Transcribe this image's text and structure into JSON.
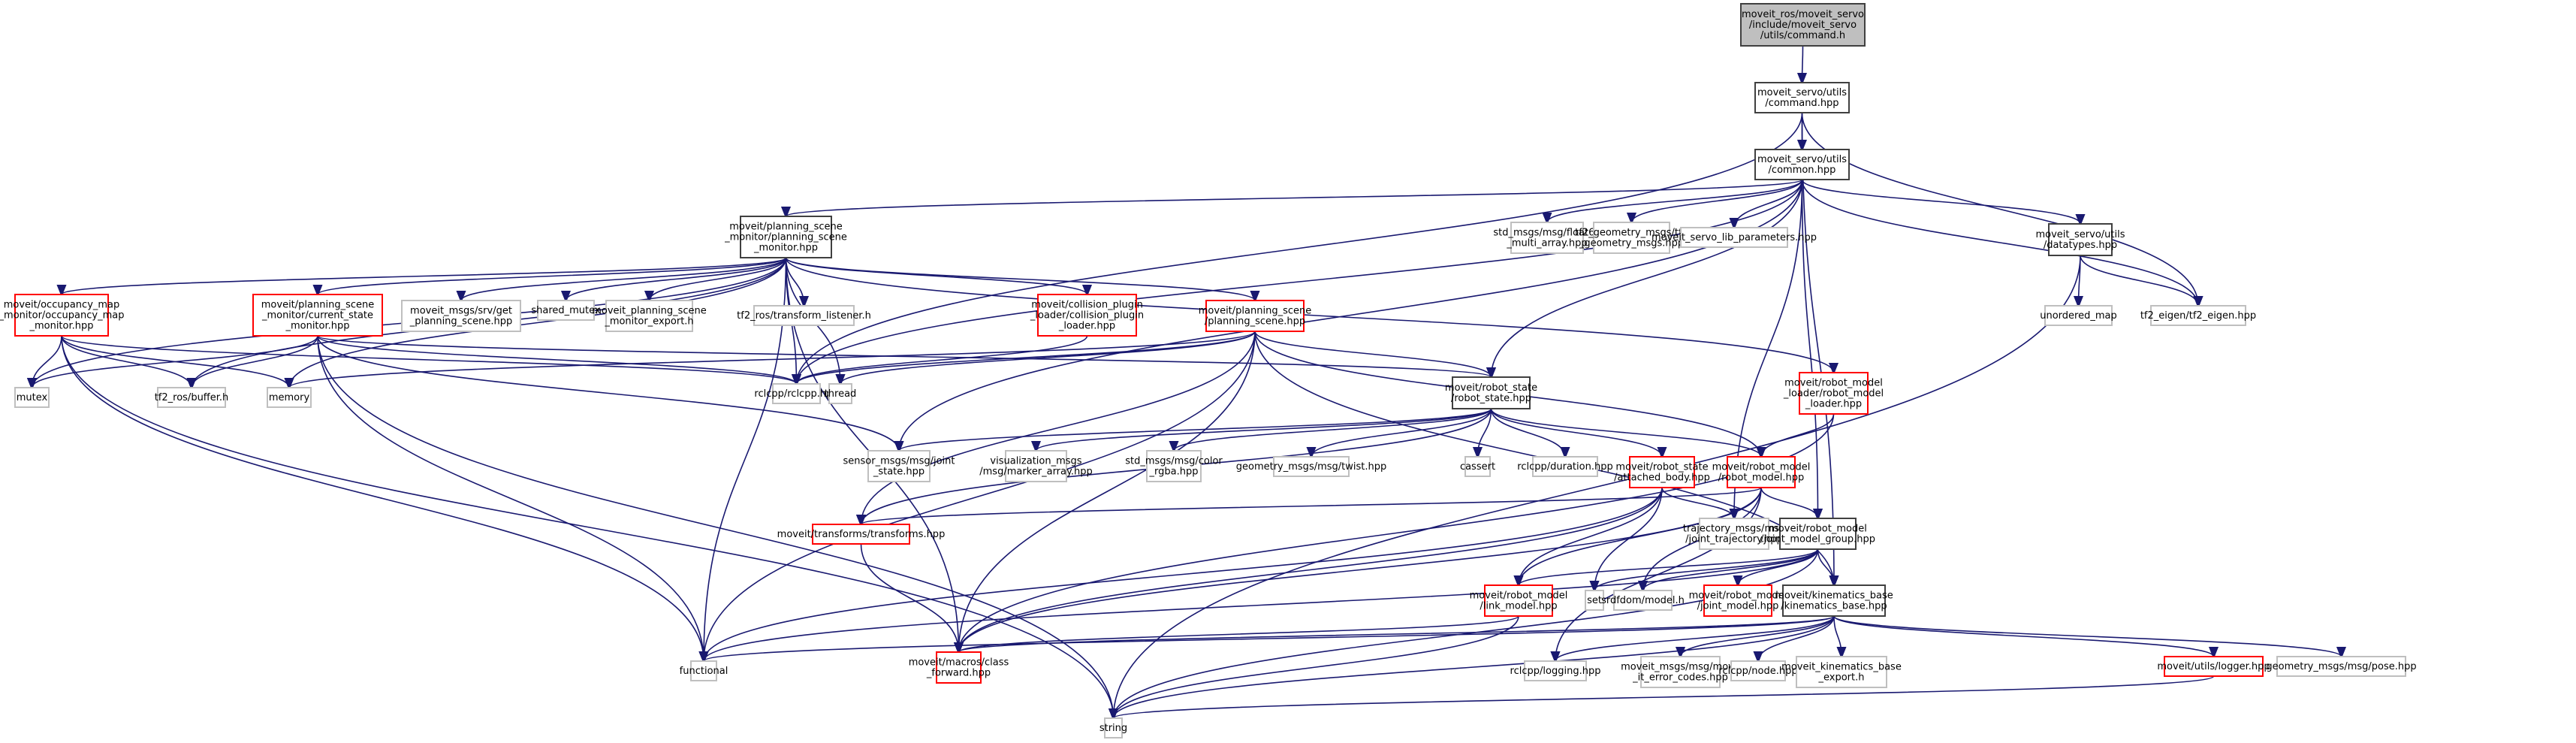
{
  "title": "moveit_ros/moveit_servo/include/moveit_servo/utils/command.h",
  "colors": {
    "edge": "#191970",
    "root_fill": "#bfbfbf",
    "documented_border": "#404040",
    "truncated_border": "#ff0000",
    "external_border": "#bfbfbf"
  },
  "nodes": [
    {
      "id": "root",
      "kind": "root",
      "lines": [
        "moveit_ros/moveit_servo",
        "/include/moveit_servo",
        "/utils/command.h"
      ]
    },
    {
      "id": "command_hpp",
      "kind": "documented",
      "lines": [
        "moveit_servo/utils",
        "/command.hpp"
      ]
    },
    {
      "id": "common_hpp",
      "kind": "documented",
      "lines": [
        "moveit_servo/utils",
        "/common.hpp"
      ]
    },
    {
      "id": "psm",
      "kind": "documented",
      "lines": [
        "moveit/planning_scene",
        "_monitor/planning_scene",
        "_monitor.hpp"
      ]
    },
    {
      "id": "float64",
      "kind": "external",
      "lines": [
        "std_msgs/msg/float64",
        "_multi_array.hpp"
      ]
    },
    {
      "id": "tf2gm",
      "kind": "external",
      "lines": [
        "tf2_geometry_msgs/tf2",
        "_geometry_msgs.hpp"
      ]
    },
    {
      "id": "servo_params",
      "kind": "external",
      "lines": [
        "moveit_servo_lib_parameters.hpp"
      ]
    },
    {
      "id": "datatypes",
      "kind": "documented",
      "lines": [
        "moveit_servo/utils",
        "/datatypes.hpp"
      ]
    },
    {
      "id": "unordered_map",
      "kind": "external",
      "lines": [
        "unordered_map"
      ]
    },
    {
      "id": "tf2_eigen",
      "kind": "external",
      "lines": [
        "tf2_eigen/tf2_eigen.hpp"
      ]
    },
    {
      "id": "ocm",
      "kind": "truncated",
      "lines": [
        "moveit/occupancy_map",
        "_monitor/occupancy_map",
        "_monitor.hpp"
      ]
    },
    {
      "id": "csm",
      "kind": "truncated",
      "lines": [
        "moveit/planning_scene",
        "_monitor/current_state",
        "_monitor.hpp"
      ]
    },
    {
      "id": "get_ps",
      "kind": "external",
      "lines": [
        "moveit_msgs/srv/get",
        "_planning_scene.hpp"
      ]
    },
    {
      "id": "shared_mutex",
      "kind": "external",
      "lines": [
        "shared_mutex"
      ]
    },
    {
      "id": "psm_export",
      "kind": "external",
      "lines": [
        "moveit_planning_scene",
        "_monitor_export.h"
      ]
    },
    {
      "id": "tf_listener",
      "kind": "external",
      "lines": [
        "tf2_ros/transform_listener.h"
      ]
    },
    {
      "id": "cpl",
      "kind": "truncated",
      "lines": [
        "moveit/collision_plugin",
        "_loader/collision_plugin",
        "_loader.hpp"
      ]
    },
    {
      "id": "ps",
      "kind": "truncated",
      "lines": [
        "moveit/planning_scene",
        "/planning_scene.hpp"
      ]
    },
    {
      "id": "mutex",
      "kind": "external",
      "lines": [
        "mutex"
      ]
    },
    {
      "id": "buffer",
      "kind": "external",
      "lines": [
        "tf2_ros/buffer.h"
      ]
    },
    {
      "id": "memory",
      "kind": "external",
      "lines": [
        "memory"
      ]
    },
    {
      "id": "rclcpp",
      "kind": "external",
      "lines": [
        "rclcpp/rclcpp.hpp"
      ]
    },
    {
      "id": "thread",
      "kind": "external",
      "lines": [
        "thread"
      ]
    },
    {
      "id": "robot_state",
      "kind": "documented",
      "lines": [
        "moveit/robot_state",
        "/robot_state.hpp"
      ]
    },
    {
      "id": "rml",
      "kind": "truncated",
      "lines": [
        "moveit/robot_model",
        "_loader/robot_model",
        "_loader.hpp"
      ]
    },
    {
      "id": "joint_state",
      "kind": "external",
      "lines": [
        "sensor_msgs/msg/joint",
        "_state.hpp"
      ]
    },
    {
      "id": "marker_array",
      "kind": "external",
      "lines": [
        "visualization_msgs",
        "/msg/marker_array.hpp"
      ]
    },
    {
      "id": "color_rgba",
      "kind": "external",
      "lines": [
        "std_msgs/msg/color",
        "_rgba.hpp"
      ]
    },
    {
      "id": "twist",
      "kind": "external",
      "lines": [
        "geometry_msgs/msg/twist.hpp"
      ]
    },
    {
      "id": "cassert",
      "kind": "external",
      "lines": [
        "cassert"
      ]
    },
    {
      "id": "duration",
      "kind": "external",
      "lines": [
        "rclcpp/duration.hpp"
      ]
    },
    {
      "id": "attached_body",
      "kind": "truncated",
      "lines": [
        "moveit/robot_state",
        "/attached_body.hpp"
      ]
    },
    {
      "id": "robot_model",
      "kind": "truncated",
      "lines": [
        "moveit/robot_model",
        "/robot_model.hpp"
      ]
    },
    {
      "id": "transforms",
      "kind": "truncated",
      "lines": [
        "moveit/transforms/transforms.hpp"
      ]
    },
    {
      "id": "joint_traj",
      "kind": "external",
      "lines": [
        "trajectory_msgs/msg",
        "/joint_trajectory.hpp"
      ]
    },
    {
      "id": "jmg",
      "kind": "documented",
      "lines": [
        "moveit/robot_model",
        "/joint_model_group.hpp"
      ]
    },
    {
      "id": "link_model",
      "kind": "truncated",
      "lines": [
        "moveit/robot_model",
        "/link_model.hpp"
      ]
    },
    {
      "id": "set",
      "kind": "external",
      "lines": [
        "set"
      ]
    },
    {
      "id": "srdf",
      "kind": "external",
      "lines": [
        "srdfdom/model.h"
      ]
    },
    {
      "id": "joint_model",
      "kind": "truncated",
      "lines": [
        "moveit/robot_model",
        "/joint_model.hpp"
      ]
    },
    {
      "id": "kin_base",
      "kind": "documented",
      "lines": [
        "moveit/kinematics_base",
        "/kinematics_base.hpp"
      ]
    },
    {
      "id": "functional",
      "kind": "external",
      "lines": [
        "functional"
      ]
    },
    {
      "id": "class_forward",
      "kind": "truncated",
      "lines": [
        "moveit/macros/class",
        "_forward.hpp"
      ]
    },
    {
      "id": "logging",
      "kind": "external",
      "lines": [
        "rclcpp/logging.hpp"
      ]
    },
    {
      "id": "error_codes",
      "kind": "external",
      "lines": [
        "moveit_msgs/msg/move",
        "_it_error_codes.hpp"
      ]
    },
    {
      "id": "node",
      "kind": "external",
      "lines": [
        "rclcpp/node.hpp"
      ]
    },
    {
      "id": "kin_export",
      "kind": "external",
      "lines": [
        "moveit_kinematics_base",
        "_export.h"
      ]
    },
    {
      "id": "logger",
      "kind": "truncated",
      "lines": [
        "moveit/utils/logger.hpp"
      ]
    },
    {
      "id": "pose",
      "kind": "external",
      "lines": [
        "geometry_msgs/msg/pose.hpp"
      ]
    },
    {
      "id": "string",
      "kind": "external",
      "lines": [
        "string"
      ]
    }
  ],
  "edges": [
    [
      "root",
      "command_hpp"
    ],
    [
      "command_hpp",
      "common_hpp"
    ],
    [
      "command_hpp",
      "rclcpp"
    ],
    [
      "command_hpp",
      "tf2_eigen"
    ],
    [
      "command_hpp",
      "kin_base"
    ],
    [
      "common_hpp",
      "psm"
    ],
    [
      "common_hpp",
      "float64"
    ],
    [
      "common_hpp",
      "tf2gm"
    ],
    [
      "common_hpp",
      "servo_params"
    ],
    [
      "common_hpp",
      "datatypes"
    ],
    [
      "common_hpp",
      "tf2_eigen"
    ],
    [
      "common_hpp",
      "robot_state"
    ],
    [
      "common_hpp",
      "jmg"
    ],
    [
      "common_hpp",
      "joint_traj"
    ],
    [
      "common_hpp",
      "rclcpp"
    ],
    [
      "common_hpp",
      "joint_state"
    ],
    [
      "datatypes",
      "unordered_map"
    ],
    [
      "datatypes",
      "tf2_eigen"
    ],
    [
      "datatypes",
      "string"
    ],
    [
      "psm",
      "ocm"
    ],
    [
      "psm",
      "csm"
    ],
    [
      "psm",
      "get_ps"
    ],
    [
      "psm",
      "shared_mutex"
    ],
    [
      "psm",
      "psm_export"
    ],
    [
      "psm",
      "tf_listener"
    ],
    [
      "psm",
      "cpl"
    ],
    [
      "psm",
      "ps"
    ],
    [
      "psm",
      "rml"
    ],
    [
      "psm",
      "mutex"
    ],
    [
      "psm",
      "buffer"
    ],
    [
      "psm",
      "memory"
    ],
    [
      "psm",
      "rclcpp"
    ],
    [
      "psm",
      "thread"
    ],
    [
      "psm",
      "functional"
    ],
    [
      "psm",
      "class_forward"
    ],
    [
      "ocm",
      "mutex"
    ],
    [
      "ocm",
      "buffer"
    ],
    [
      "ocm",
      "memory"
    ],
    [
      "ocm",
      "rclcpp"
    ],
    [
      "ocm",
      "functional"
    ],
    [
      "ocm",
      "string"
    ],
    [
      "csm",
      "mutex"
    ],
    [
      "csm",
      "buffer"
    ],
    [
      "csm",
      "rclcpp"
    ],
    [
      "csm",
      "robot_state"
    ],
    [
      "csm",
      "joint_state"
    ],
    [
      "csm",
      "functional"
    ],
    [
      "csm",
      "string"
    ],
    [
      "cpl",
      "rclcpp"
    ],
    [
      "ps",
      "rclcpp"
    ],
    [
      "ps",
      "thread"
    ],
    [
      "ps",
      "memory"
    ],
    [
      "ps",
      "robot_state"
    ],
    [
      "ps",
      "robot_model"
    ],
    [
      "ps",
      "transforms"
    ],
    [
      "ps",
      "kin_base"
    ],
    [
      "ps",
      "class_forward"
    ],
    [
      "ps",
      "functional"
    ],
    [
      "rml",
      "robot_model"
    ],
    [
      "rml",
      "class_forward"
    ],
    [
      "robot_state",
      "joint_state"
    ],
    [
      "robot_state",
      "marker_array"
    ],
    [
      "robot_state",
      "color_rgba"
    ],
    [
      "robot_state",
      "twist"
    ],
    [
      "robot_state",
      "cassert"
    ],
    [
      "robot_state",
      "duration"
    ],
    [
      "robot_state",
      "attached_body"
    ],
    [
      "robot_state",
      "robot_model"
    ],
    [
      "robot_state",
      "transforms"
    ],
    [
      "attached_body",
      "joint_traj"
    ],
    [
      "attached_body",
      "set"
    ],
    [
      "attached_body",
      "link_model"
    ],
    [
      "attached_body",
      "class_forward"
    ],
    [
      "attached_body",
      "functional"
    ],
    [
      "robot_model",
      "jmg"
    ],
    [
      "robot_model",
      "srdf"
    ],
    [
      "robot_model",
      "link_model"
    ],
    [
      "robot_model",
      "logging"
    ],
    [
      "robot_model",
      "class_forward"
    ],
    [
      "robot_model",
      "transforms"
    ],
    [
      "jmg",
      "joint_model"
    ],
    [
      "jmg",
      "kin_base"
    ],
    [
      "jmg",
      "link_model"
    ],
    [
      "jmg",
      "set"
    ],
    [
      "jmg",
      "srdf"
    ],
    [
      "jmg",
      "functional"
    ],
    [
      "jmg",
      "string"
    ],
    [
      "link_model",
      "class_forward"
    ],
    [
      "link_model",
      "string"
    ],
    [
      "transforms",
      "class_forward"
    ],
    [
      "kin_base",
      "functional"
    ],
    [
      "kin_base",
      "class_forward"
    ],
    [
      "kin_base",
      "logging"
    ],
    [
      "kin_base",
      "error_codes"
    ],
    [
      "kin_base",
      "node"
    ],
    [
      "kin_base",
      "kin_export"
    ],
    [
      "kin_base",
      "logger"
    ],
    [
      "kin_base",
      "pose"
    ],
    [
      "kin_base",
      "string"
    ],
    [
      "logger",
      "string"
    ]
  ]
}
